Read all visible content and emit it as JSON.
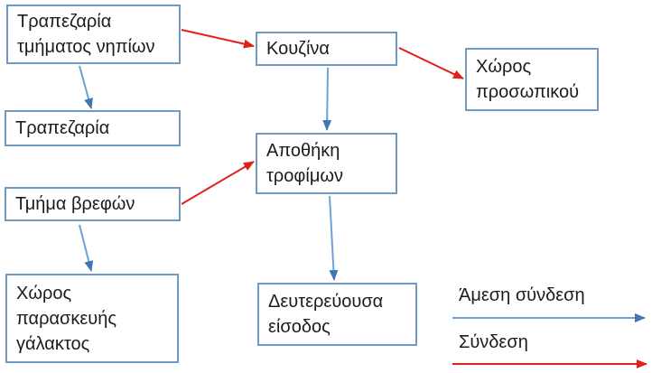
{
  "colors": {
    "background": "#FFFFFF",
    "box_border": "#6E9AC4",
    "text": "#1C1C1C",
    "direct_connection_blue": "#6FA0D4",
    "blue_arrowhead": "#4176B4",
    "connection_red": "#E02019"
  },
  "diagram": {
    "nodes": [
      {
        "label": "Τραπεζαρία τμήματος νηπίων"
      },
      {
        "label": "Κουζίνα"
      },
      {
        "label": "Χώρος προσωπικού"
      },
      {
        "label": "Τραπεζαρία"
      },
      {
        "label": "Τμήμα βρεφών"
      },
      {
        "label": "Αποθήκη τροφίμων"
      },
      {
        "label": "Χώρος παρασκευής γάλακτος"
      },
      {
        "label": "Δευτερεύουσα είσοδος"
      }
    ],
    "edges": [
      {
        "from": "Τραπεζαρία τμήματος νηπίων",
        "to": "Κουζίνα",
        "type": "Σύνδεση",
        "color": "#E02019"
      },
      {
        "from": "Κουζίνα",
        "to": "Χώρος προσωπικού",
        "type": "Σύνδεση",
        "color": "#E02019"
      },
      {
        "from": "Τραπεζαρία τμήματος νηπίων",
        "to": "Τραπεζαρία",
        "type": "Άμεση σύνδεση",
        "color": "#6FA0D4"
      },
      {
        "from": "Κουζίνα",
        "to": "Αποθήκη τροφίμων",
        "type": "Άμεση σύνδεση",
        "color": "#6FA0D4"
      },
      {
        "from": "Τμήμα βρεφών",
        "to": "Αποθήκη τροφίμων",
        "type": "Σύνδεση",
        "color": "#E02019"
      },
      {
        "from": "Τμήμα βρεφών",
        "to": "Χώρος παρασκευής γάλακτος",
        "type": "Άμεση σύνδεση",
        "color": "#6FA0D4"
      },
      {
        "from": "Αποθήκη τροφίμων",
        "to": "Δευτερεύουσα είσοδος",
        "type": "Άμεση σύνδεση",
        "color": "#6FA0D4"
      }
    ],
    "legend": [
      {
        "label": "Άμεση σύνδεση",
        "arrow_color": "#6FA0D4"
      },
      {
        "label": "Σύνδεση",
        "arrow_color": "#E02019"
      }
    ]
  }
}
